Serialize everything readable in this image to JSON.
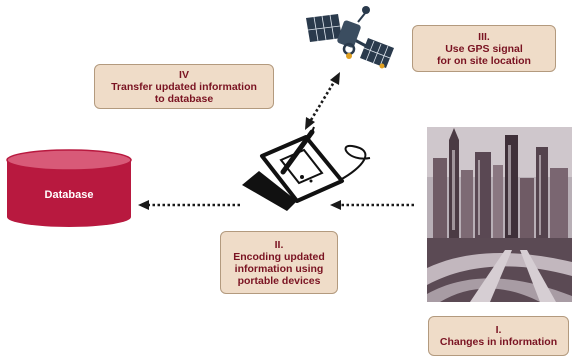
{
  "database": {
    "label": "Database"
  },
  "steps": {
    "step1": {
      "numeral": "I.",
      "text": "Changes in information"
    },
    "step2": {
      "numeral": "II.",
      "lines": [
        "Encoding updated",
        "information using",
        "portable devices"
      ]
    },
    "step3": {
      "numeral": "III.",
      "lines": [
        "Use GPS signal",
        "for on site location"
      ]
    },
    "step4": {
      "numeral": "IV",
      "lines": [
        "Transfer updated information",
        "to database"
      ]
    }
  },
  "icons": [
    "satellite-icon",
    "tablet-stylus-icon",
    "city-skyline-icon",
    "database-cylinder-icon"
  ],
  "colors": {
    "database": "#b8193f",
    "box_fill": "#efdcc8",
    "box_text": "#7a1322",
    "arrows": "#1a1a1a"
  }
}
